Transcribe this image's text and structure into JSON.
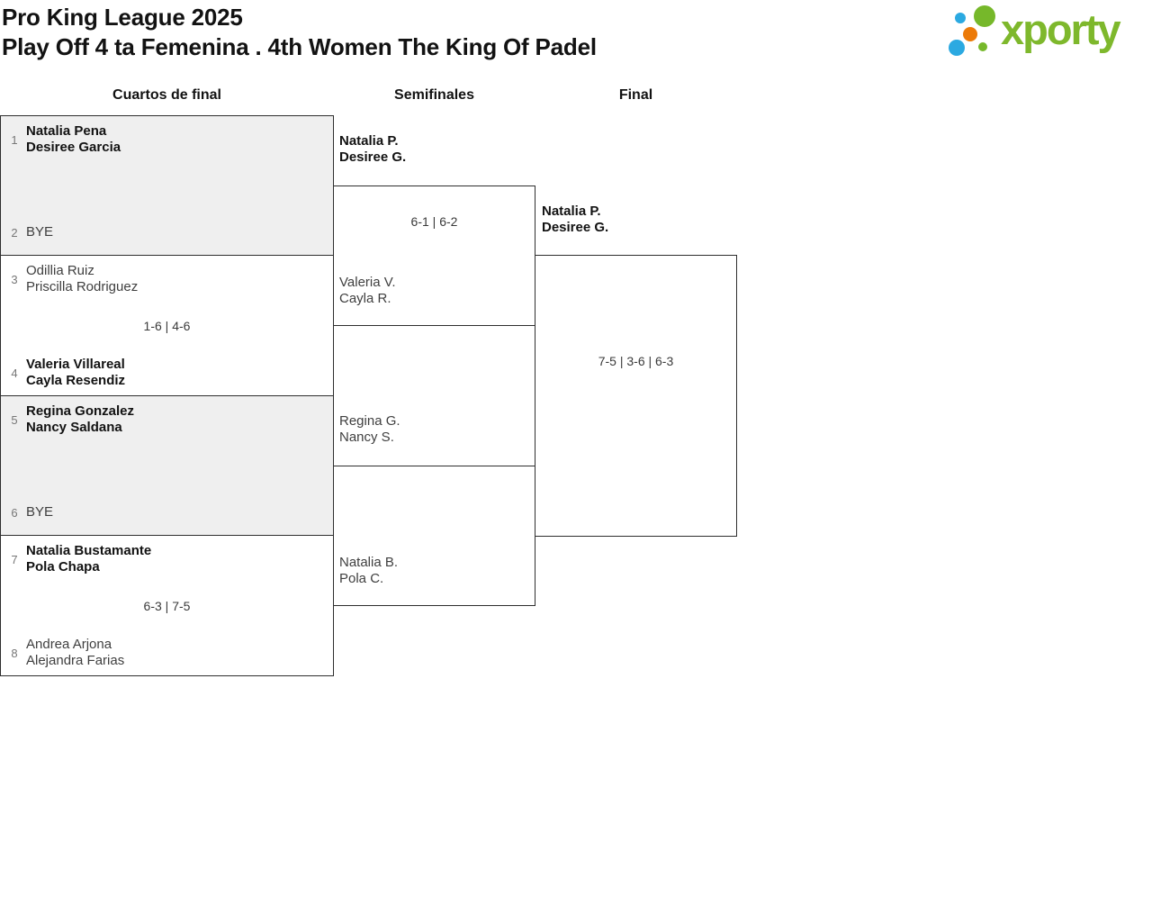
{
  "header": {
    "line1": "Pro King League 2025",
    "line2": "Play Off 4 ta Femenina . 4th Women The King Of Padel"
  },
  "logo": {
    "text": "xporty"
  },
  "columns": {
    "quarterfinals": "Cuartos de final",
    "semifinals": "Semifinales",
    "final": "Final"
  },
  "matches": {
    "qf1": {
      "seed_top": "1",
      "top1": "Natalia Pena",
      "top2": "Desiree Garcia",
      "seed_bottom": "2",
      "bottom1": "BYE"
    },
    "qf2": {
      "seed_top": "3",
      "top1": "Odillia Ruiz",
      "top2": "Priscilla Rodriguez",
      "seed_bottom": "4",
      "bottom1": "Valeria Villareal",
      "bottom2": "Cayla Resendiz",
      "score": "1-6 | 4-6"
    },
    "qf3": {
      "seed_top": "5",
      "top1": "Regina Gonzalez",
      "top2": "Nancy Saldana",
      "seed_bottom": "6",
      "bottom1": "BYE"
    },
    "qf4": {
      "seed_top": "7",
      "top1": "Natalia Bustamante",
      "top2": "Pola Chapa",
      "seed_bottom": "8",
      "bottom1": "Andrea Arjona",
      "bottom2": "Alejandra Farias",
      "score": "6-3 | 7-5"
    },
    "sf1": {
      "top1": "Natalia P.",
      "top2": "Desiree G.",
      "bottom1": "Valeria V.",
      "bottom2": "Cayla R.",
      "score": "6-1 | 6-2"
    },
    "sf2": {
      "top1": "Regina G.",
      "top2": "Nancy S.",
      "bottom1": "Natalia B.",
      "bottom2": "Pola C."
    },
    "final": {
      "top1": "Natalia P.",
      "top2": "Desiree G.",
      "score": "7-5 | 3-6 | 6-3"
    }
  },
  "colors": {
    "logo_green": "#7eb82c",
    "logo_blue": "#2ba9e1",
    "logo_orange": "#ec7a08",
    "bye_box_bg": "#efefef",
    "box_border": "#2e2e2e"
  }
}
